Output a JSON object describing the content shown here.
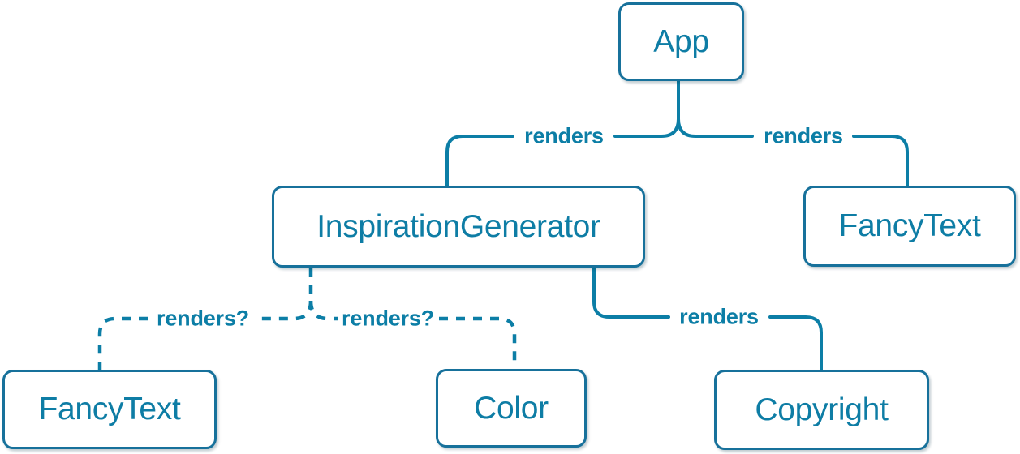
{
  "diagram": {
    "kind": "component-render-tree",
    "colors": {
      "accent": "#0C7EA6",
      "box_border": "#17719B",
      "box_text": "#0E7DA5",
      "box_bg": "#FFFFFF"
    },
    "nodes": [
      {
        "id": "app",
        "label": "App"
      },
      {
        "id": "inspiration-generator",
        "label": "InspirationGenerator"
      },
      {
        "id": "fancy-text-top",
        "label": "FancyText"
      },
      {
        "id": "fancy-text-bottom",
        "label": "FancyText"
      },
      {
        "id": "color",
        "label": "Color"
      },
      {
        "id": "copyright",
        "label": "Copyright"
      }
    ],
    "edges": [
      {
        "from": "App",
        "to": "InspirationGenerator",
        "label": "renders",
        "style": "solid"
      },
      {
        "from": "App",
        "to": "FancyText",
        "label": "renders",
        "style": "solid"
      },
      {
        "from": "InspirationGenerator",
        "to": "FancyText",
        "label": "renders?",
        "style": "dashed"
      },
      {
        "from": "InspirationGenerator",
        "to": "Color",
        "label": "renders?",
        "style": "dashed"
      },
      {
        "from": "InspirationGenerator",
        "to": "Copyright",
        "label": "renders",
        "style": "solid"
      }
    ]
  }
}
